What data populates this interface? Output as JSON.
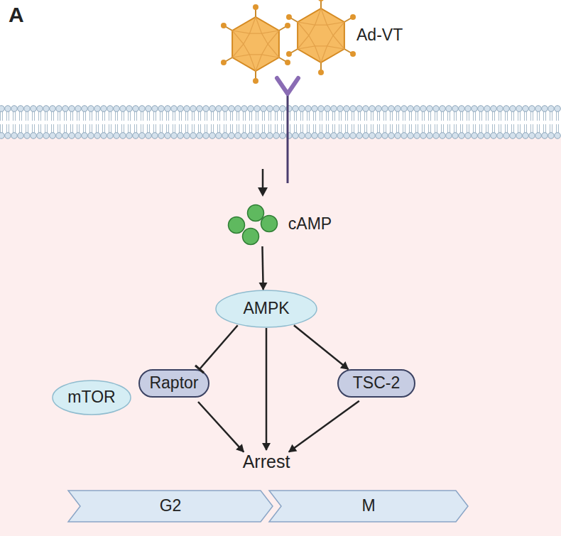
{
  "diagram": {
    "nodes": [
      {
        "text": [
          "cAMP"
        ]
      },
      {
        "text": [
          "AMPK"
        ]
      },
      {
        "text": [
          "mTOR"
        ]
      },
      {
        "text": [
          "Raptor"
        ]
      },
      {
        "text": [
          "TSC-2"
        ]
      },
      {
        "text": [
          "Arrest"
        ]
      },
      {
        "text": [
          "G2"
        ]
      },
      {
        "text": [
          "M"
        ]
      }
    ],
    "edges": [
      {
        "from": 0,
        "to": 1,
        "arrow": "to"
      },
      {
        "from": 1,
        "to": 3,
        "arrow": "to"
      },
      {
        "from": 1,
        "to": 5,
        "arrow": "to"
      },
      {
        "from": 1,
        "to": 4,
        "arrow": "to"
      },
      {
        "from": 3,
        "to": 5,
        "arrow": "to"
      },
      {
        "from": 4,
        "to": 5,
        "arrow": "to"
      }
    ],
    "labels": [
      "A",
      "Ad-VT"
    ]
  }
}
